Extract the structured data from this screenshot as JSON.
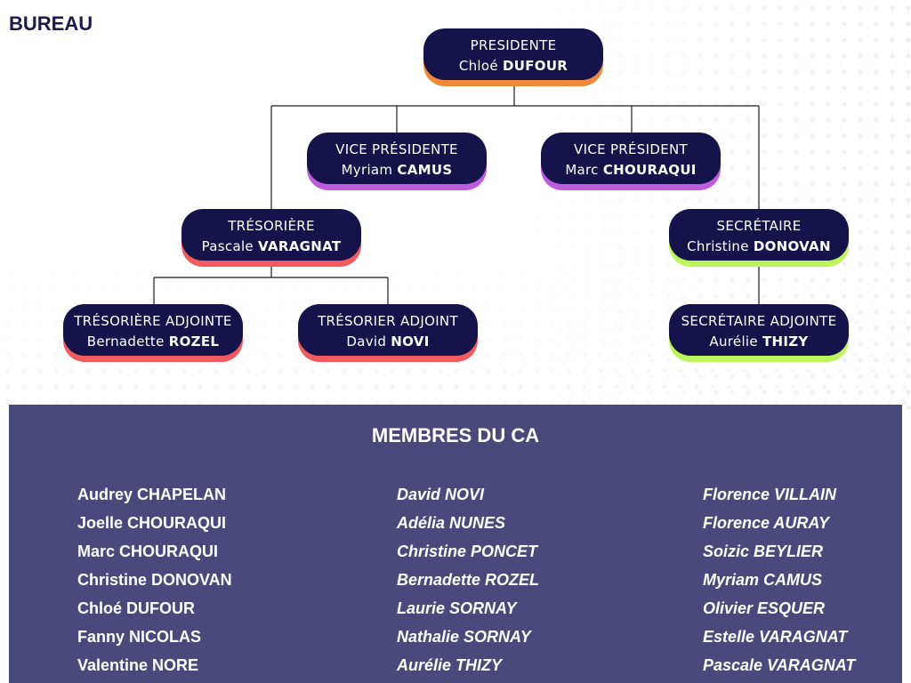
{
  "bureau_title": "BUREAU",
  "org": {
    "president": {
      "role": "PRESIDENTE",
      "first": "Chloé",
      "last": "DUFOUR"
    },
    "vp1": {
      "role": "VICE PRÉSIDENTE",
      "first": "Myriam",
      "last": "CAMUS"
    },
    "vp2": {
      "role": "VICE PRÉSIDENT",
      "first": "Marc",
      "last": "CHOURAQUI"
    },
    "treasurer": {
      "role": "TRÉSORIÈRE",
      "first": "Pascale",
      "last": "VARAGNAT"
    },
    "secretary": {
      "role": "SECRÉTAIRE",
      "first": "Christine",
      "last": "DONOVAN"
    },
    "treasurer_adj1": {
      "role": "TRÉSORIÈRE ADJOINTE",
      "first": "Bernadette",
      "last": "ROZEL"
    },
    "treasurer_adj2": {
      "role": "TRÉSORIER ADJOINT",
      "first": "David",
      "last": "NOVI"
    },
    "secretary_adj": {
      "role": "SECRÉTAIRE ADJOINTE",
      "first": "Aurélie",
      "last": "THIZY"
    }
  },
  "colors": {
    "node_bg": "#15134a",
    "president_accent": "#f08a3a",
    "vice_accent": "#bd5cde",
    "treasury_accent": "#f25b5e",
    "secretary_accent": "#bcf65c",
    "panel_bg": "#4b497c"
  },
  "members": {
    "title": "MEMBRES DU CA",
    "col1": [
      "Audrey CHAPELAN",
      "Joelle CHOURAQUI",
      "Marc CHOURAQUI",
      "Christine DONOVAN",
      "Chloé DUFOUR",
      "Fanny NICOLAS",
      "Valentine NORE"
    ],
    "col2": [
      "David NOVI",
      "Adélia NUNES",
      "Christine PONCET",
      "Bernadette ROZEL",
      "Laurie SORNAY",
      "Nathalie SORNAY",
      "Aurélie THIZY"
    ],
    "col3": [
      "Florence VILLAIN",
      "Florence AURAY",
      "Soizic BEYLIER",
      "Myriam CAMUS",
      "Olivier ESQUER",
      "Estelle VARAGNAT",
      "Pascale VARAGNAT"
    ]
  }
}
